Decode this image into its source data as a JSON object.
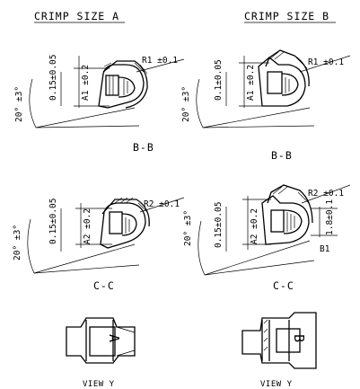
{
  "headers": {
    "a": "CRIMP SIZE A",
    "b": "CRIMP SIZE B"
  },
  "panels": {
    "a_top": {
      "tol_r": "R1 ±0.1",
      "dim_a": "A1 ±0.2",
      "dim_thk": "0.15±0.05",
      "angle": "20° ±3°",
      "section": "B-B"
    },
    "b_top": {
      "tol_r": "R1 ±0.1",
      "dim_a": "A1 ±0.2",
      "dim_thk": "0.1±0.05",
      "angle": "20° ±3°",
      "section": "B-B"
    },
    "a_mid": {
      "tol_r": "R2 ±0.1",
      "dim_a": "A2 ±0.2",
      "dim_thk": "0.15±0.05",
      "angle": "20° ±3°",
      "section": "C-C"
    },
    "b_mid": {
      "tol_r": "R2 ±0.1",
      "dim_a": "A2 ±0.2",
      "dim_thk": "0.15±0.05",
      "angle": "20° ±3°",
      "section": "C-C",
      "dim_b": "1.8±0.1",
      "note": "B1"
    }
  },
  "views": {
    "a": {
      "letter": "A",
      "label": "VIEW Y"
    },
    "b": {
      "letter": "B",
      "label": "VIEW Y"
    }
  }
}
